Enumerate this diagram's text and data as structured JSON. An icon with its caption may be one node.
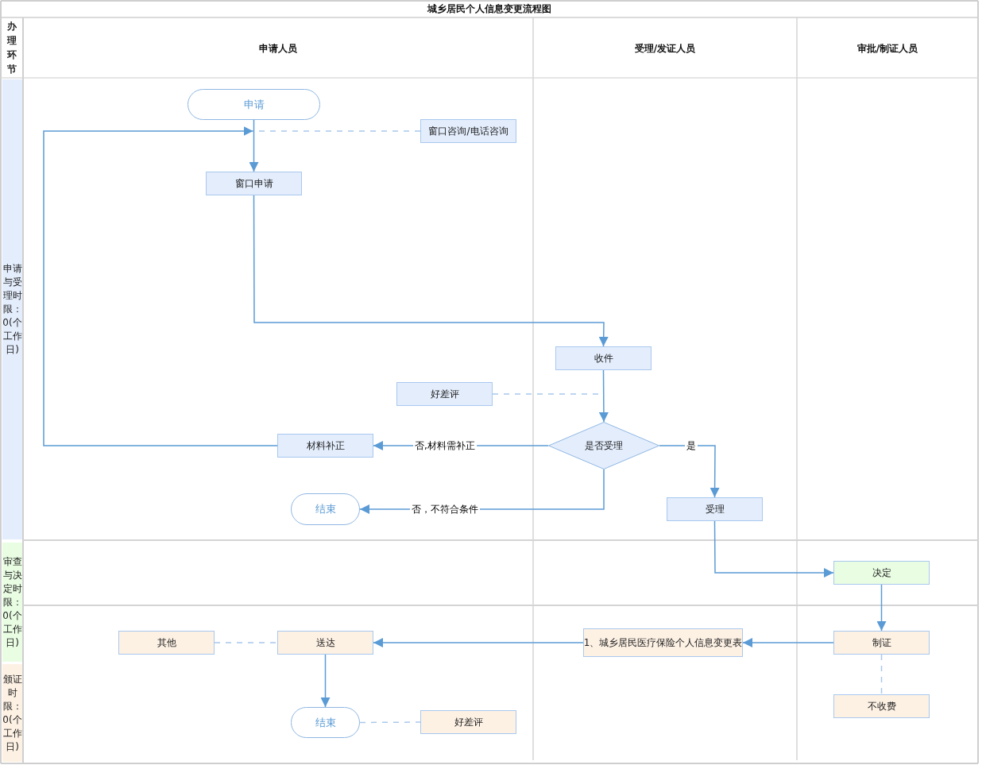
{
  "diagram": {
    "title": "城乡居民个人信息变更流程图",
    "nodes": [
      {
        "text": [
          "申请"
        ]
      },
      {
        "text": [
          "窗口咨询/电话咨询"
        ]
      },
      {
        "text": [
          "窗口申请"
        ]
      },
      {
        "text": [
          "收件"
        ]
      },
      {
        "text": [
          "好差评"
        ]
      },
      {
        "text": [
          "是否受理"
        ]
      },
      {
        "text": [
          "材料补正"
        ]
      },
      {
        "text": [
          "受理"
        ]
      },
      {
        "text": [
          "结束"
        ]
      },
      {
        "text": [
          "决定"
        ]
      },
      {
        "text": [
          "其他"
        ]
      },
      {
        "text": [
          "送达"
        ]
      },
      {
        "text": [
          "1、城乡居民医疗保险个人信息变更表"
        ]
      },
      {
        "text": [
          "制证"
        ]
      },
      {
        "text": [
          "结束"
        ]
      },
      {
        "text": [
          "好差评"
        ]
      },
      {
        "text": [
          "不收费"
        ]
      }
    ],
    "edges": [
      {
        "from": 0,
        "to": 2,
        "arrow": "to"
      },
      {
        "from": 1,
        "to": 0,
        "arrow": "none",
        "style": "dashed"
      },
      {
        "from": 6,
        "to": 0,
        "arrow": "to"
      },
      {
        "from": 2,
        "to": 3,
        "arrow": "to"
      },
      {
        "from": 4,
        "to": null,
        "arrow": "none",
        "style": "dashed"
      },
      {
        "from": 3,
        "to": 5,
        "arrow": "to"
      },
      {
        "from": 5,
        "to": 6,
        "arrow": "to",
        "label": "否,材料需补正"
      },
      {
        "from": 5,
        "to": 7,
        "arrow": "to",
        "label": "是"
      },
      {
        "from": 5,
        "to": 8,
        "arrow": "to",
        "label": "否，不符合条件"
      },
      {
        "from": 7,
        "to": 9,
        "arrow": "to"
      },
      {
        "from": 9,
        "to": 13,
        "arrow": "to"
      },
      {
        "from": 13,
        "to": 12,
        "arrow": "to"
      },
      {
        "from": 12,
        "to": 11,
        "arrow": "to"
      },
      {
        "from": 10,
        "to": 11,
        "arrow": "none",
        "style": "dashed"
      },
      {
        "from": 11,
        "to": 14,
        "arrow": "to"
      },
      {
        "from": 14,
        "to": 15,
        "arrow": "none",
        "style": "dashed"
      },
      {
        "from": 13,
        "to": 16,
        "arrow": "none",
        "style": "dashed"
      }
    ],
    "labels": [
      "办理环节",
      "申请人员",
      "受理/发证人员",
      "审批/制证人员",
      "申请与受理时限：0(个工作日)",
      "审查与决定时限：0(个工作日)",
      "颁证时限：0(个工作日)"
    ]
  }
}
